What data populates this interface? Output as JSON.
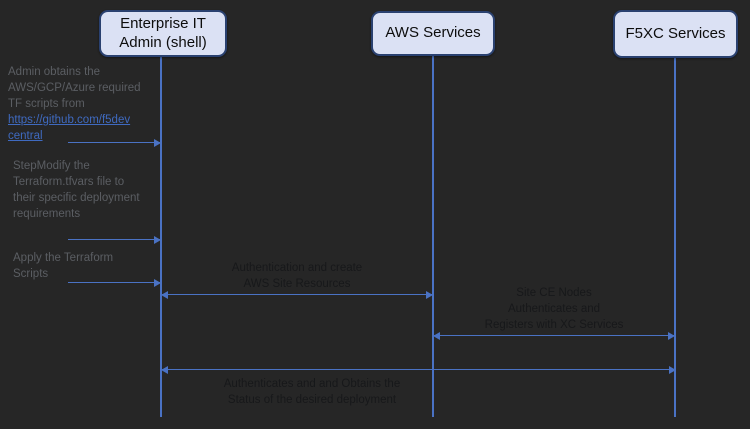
{
  "colors": {
    "bg": "#262626",
    "accent_blue": "#4a72c4",
    "box_fill": "#dbe1f4",
    "box_border": "#2a4170",
    "note_text": "#5b5e63",
    "msg_text": "#17181a",
    "link_blue": "#3f6ac0"
  },
  "actors": [
    {
      "label": "Enterprise IT\nAdmin (shell)"
    },
    {
      "label": "AWS Services"
    },
    {
      "label": "F5XC Services"
    }
  ],
  "steps": [
    {
      "text": "Admin obtains the\nAWS/GCP/Azure required\nTF scripts from",
      "link": "https://github.com/f5dev\ncentral"
    },
    {
      "text": "StepModify the\nTerraform.tfvars file to\ntheir specific deployment\nrequirements"
    },
    {
      "text": "Apply the Terraform\nScripts"
    }
  ],
  "messages": [
    {
      "label": "Authentication and create\nAWS Site Resources"
    },
    {
      "label": "Site CE Nodes\nAuthenticates and\nRegisters with XC Services"
    },
    {
      "label": "Authenticates and and Obtains the\nStatus of the desired deployment"
    }
  ]
}
